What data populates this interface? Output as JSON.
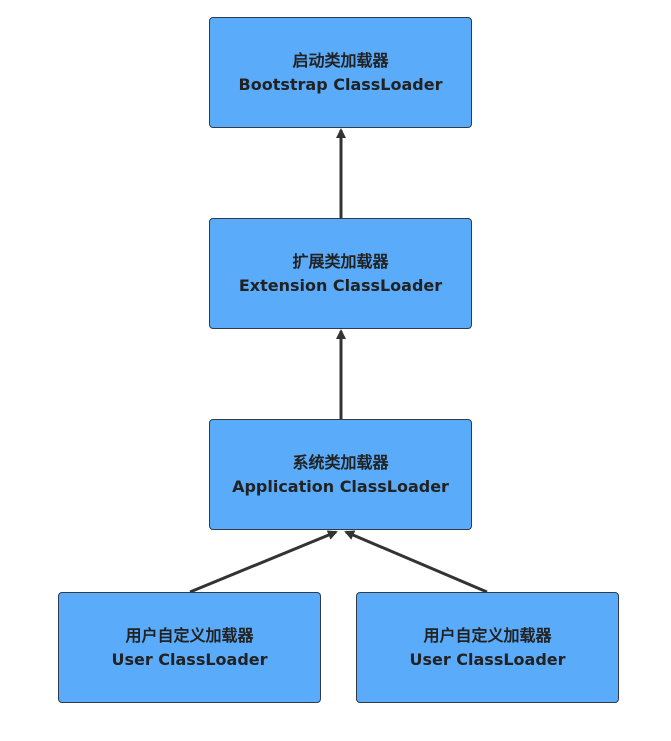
{
  "colors": {
    "node_fill": "#5aabfa",
    "node_border": "#2f3b4a",
    "arrow": "#333333",
    "text": "#222222"
  },
  "nodes": {
    "bootstrap": {
      "zh": "启动类加载器",
      "en": "Bootstrap ClassLoader"
    },
    "extension": {
      "zh": "扩展类加载器",
      "en": "Extension ClassLoader"
    },
    "application": {
      "zh": "系统类加载器",
      "en": "Application ClassLoader"
    },
    "user_1": {
      "zh": "用户自定义加载器",
      "en": "User ClassLoader"
    },
    "user_2": {
      "zh": "用户自定义加载器",
      "en": "User ClassLoader"
    }
  },
  "edges": [
    {
      "from": "extension",
      "to": "bootstrap"
    },
    {
      "from": "application",
      "to": "extension"
    },
    {
      "from": "user_1",
      "to": "application"
    },
    {
      "from": "user_2",
      "to": "application"
    }
  ]
}
